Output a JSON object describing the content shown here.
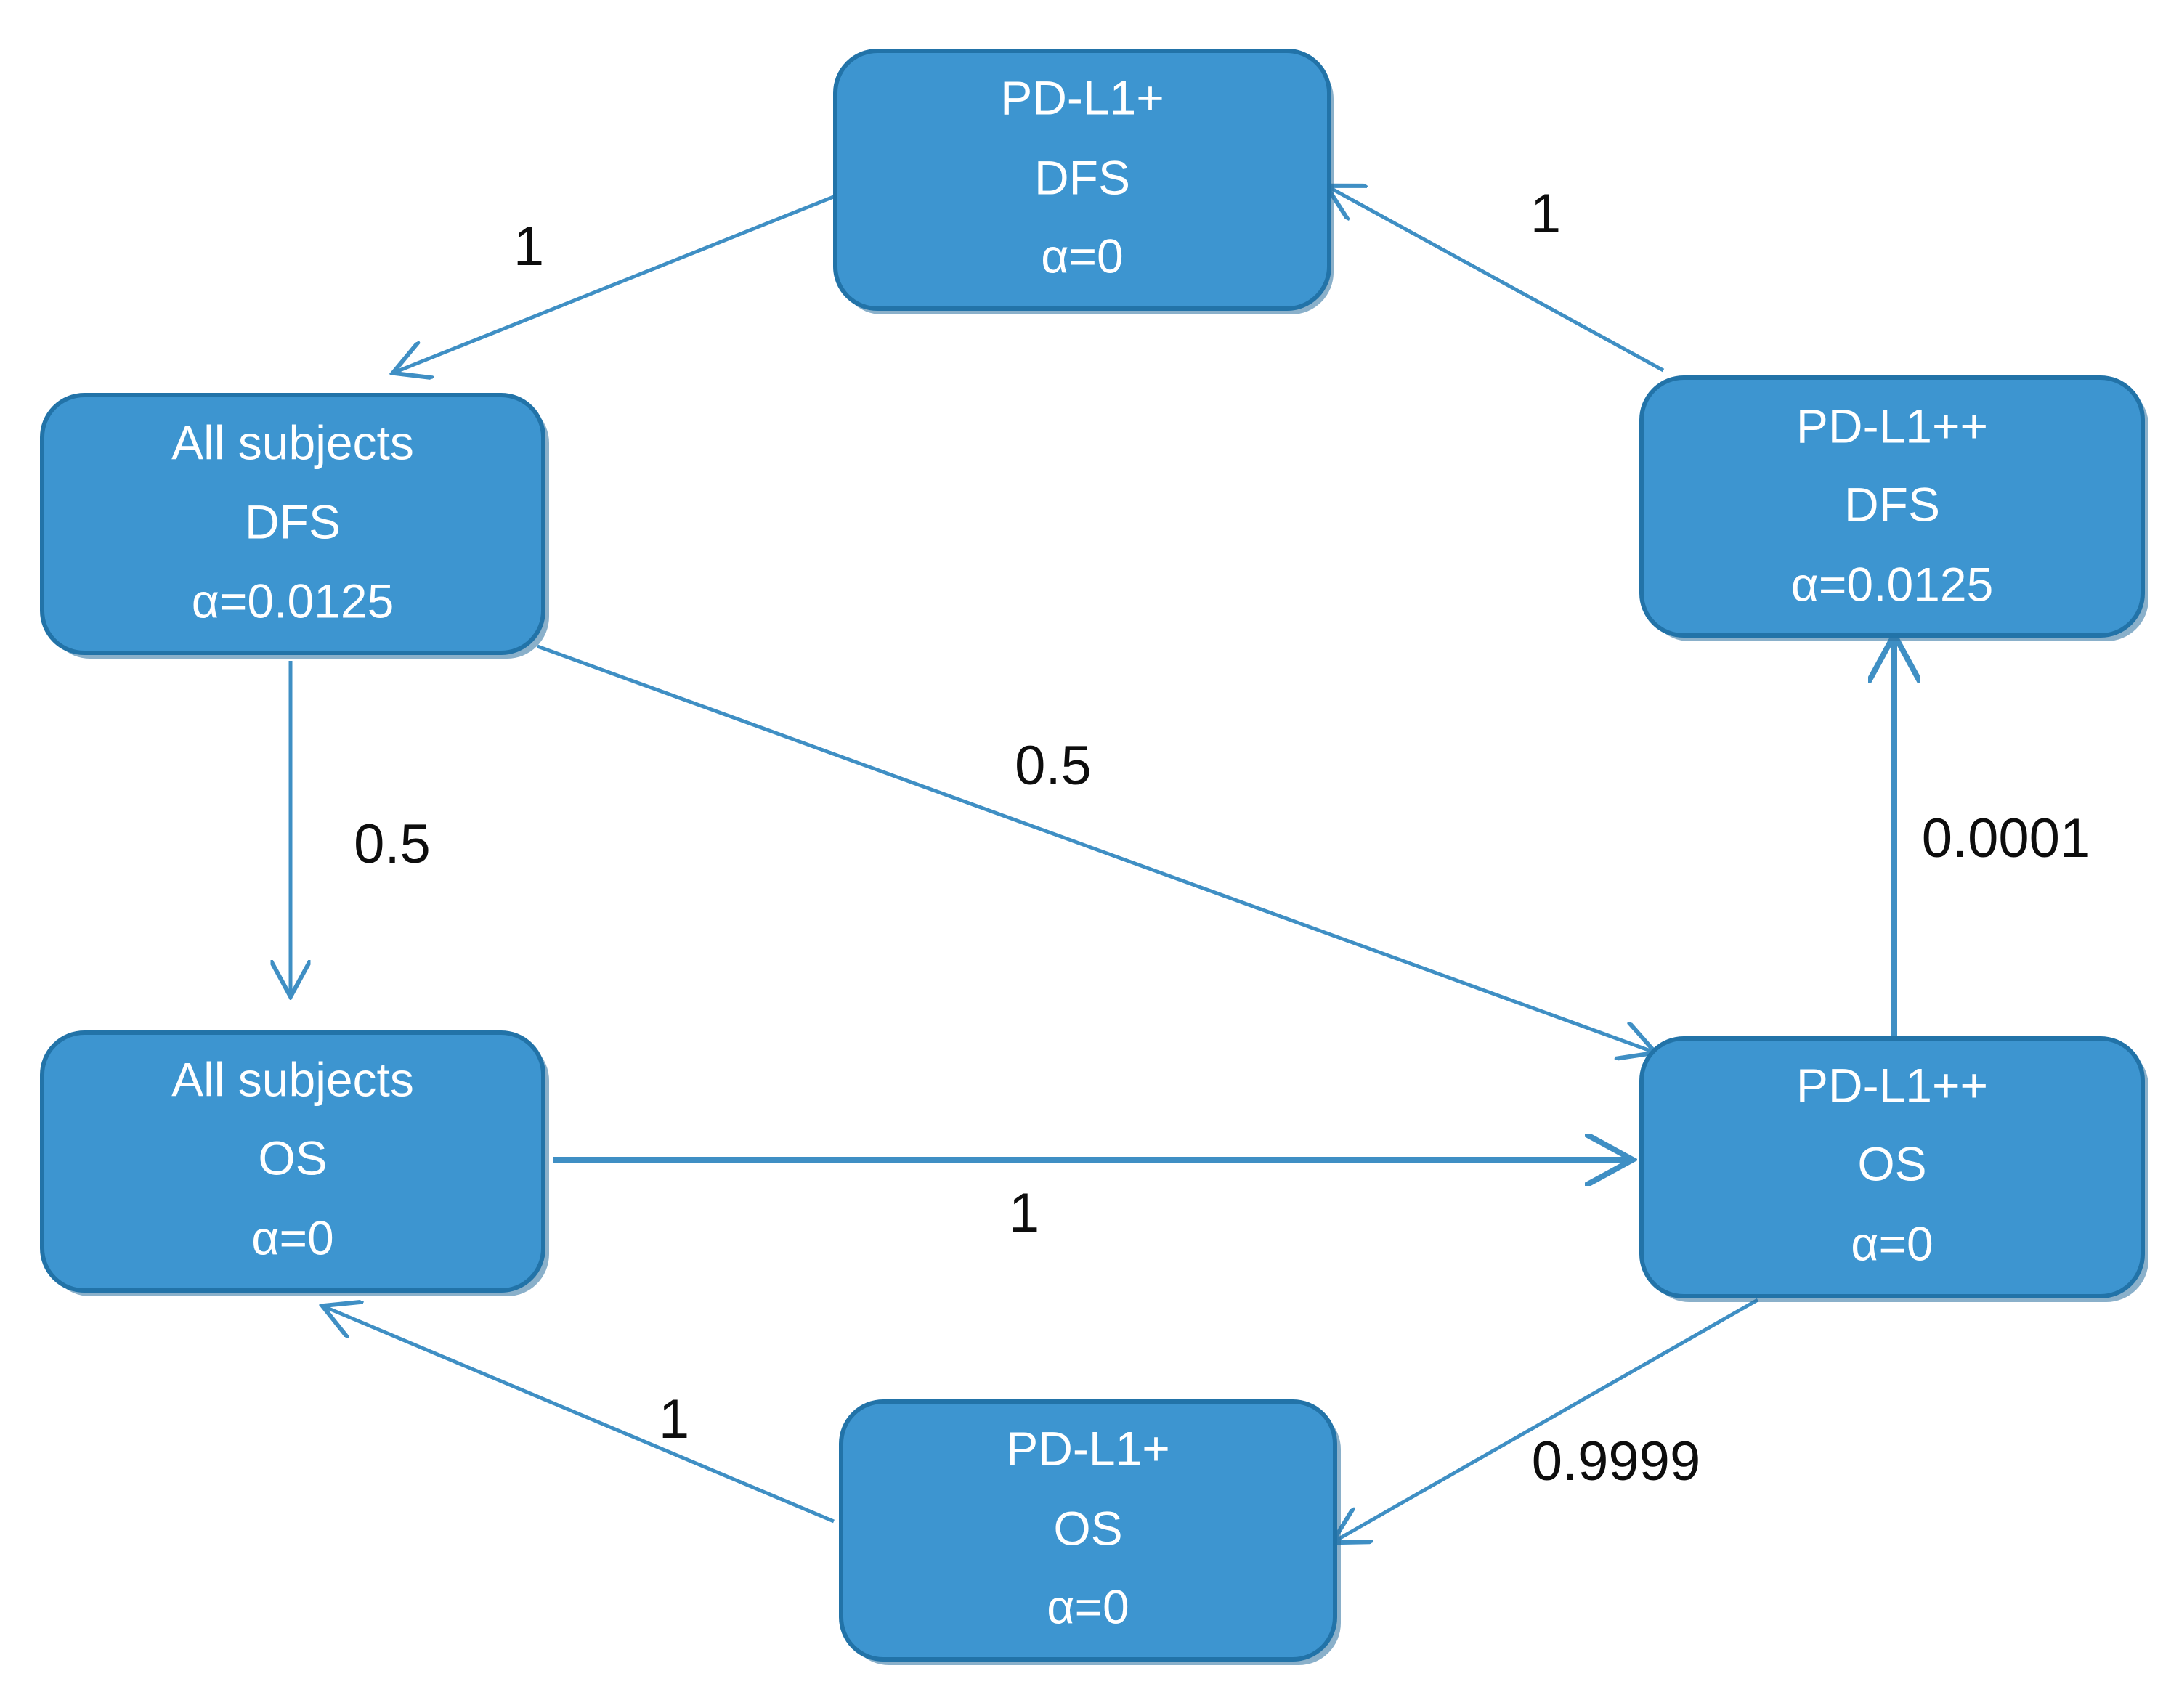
{
  "diagram": {
    "type": "graphical-alpha-allocation-graph",
    "background_color": "#ffffff",
    "node_fill_color": "#3d95d0",
    "node_border_color": "#2273a8",
    "node_text_color": "#ffffff",
    "edge_color": "#3f8fc4",
    "edge_label_color": "#0d0d0d",
    "nodes": [
      {
        "id": "pdl1p-dfs",
        "name": "PD-L1+ DFS",
        "line1": "PD-L1+",
        "line2": "DFS",
        "line3": "α=0",
        "alpha": "0",
        "position": "top-center"
      },
      {
        "id": "all-dfs",
        "name": "All subjects DFS",
        "line1": "All subjects",
        "line2": "DFS",
        "line3": "α=0.0125",
        "alpha": "0.0125",
        "position": "upper-left"
      },
      {
        "id": "pdl1pp-dfs",
        "name": "PD-L1++ DFS",
        "line1": "PD-L1++",
        "line2": "DFS",
        "line3": "α=0.0125",
        "alpha": "0.0125",
        "position": "upper-right"
      },
      {
        "id": "all-os",
        "name": "All subjects OS",
        "line1": "All subjects",
        "line2": "OS",
        "line3": "α=0",
        "alpha": "0",
        "position": "lower-left"
      },
      {
        "id": "pdl1pp-os",
        "name": "PD-L1++ OS",
        "line1": "PD-L1++",
        "line2": "OS",
        "line3": "α=0",
        "alpha": "0",
        "position": "lower-right"
      },
      {
        "id": "pdl1p-os",
        "name": "PD-L1+ OS",
        "line1": "PD-L1+",
        "line2": "OS",
        "line3": "α=0",
        "alpha": "0",
        "position": "bottom-center"
      }
    ],
    "edges": [
      {
        "id": "e1",
        "from": "pdl1p-dfs",
        "to": "all-dfs",
        "weight": "1"
      },
      {
        "id": "e2",
        "from": "pdl1pp-dfs",
        "to": "pdl1p-dfs",
        "weight": "1"
      },
      {
        "id": "e3",
        "from": "all-dfs",
        "to": "all-os",
        "weight": "0.5"
      },
      {
        "id": "e4",
        "from": "all-dfs",
        "to": "pdl1pp-os",
        "weight": "0.5"
      },
      {
        "id": "e5",
        "from": "pdl1pp-os",
        "to": "pdl1pp-dfs",
        "weight": "0.0001"
      },
      {
        "id": "e6",
        "from": "all-os",
        "to": "pdl1pp-os",
        "weight": "1"
      },
      {
        "id": "e7",
        "from": "pdl1p-os",
        "to": "all-os",
        "weight": "1"
      },
      {
        "id": "e8",
        "from": "pdl1pp-os",
        "to": "pdl1p-os",
        "weight": "0.9999"
      }
    ]
  }
}
